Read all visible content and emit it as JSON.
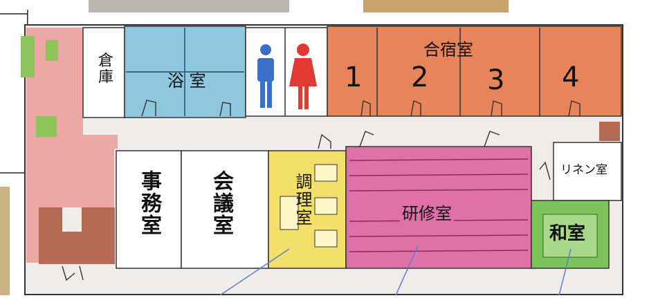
{
  "rooms": {
    "souko": "倉庫",
    "bath": "浴 室",
    "gasshuku": "合宿室",
    "gasshuku_numbers": [
      "1",
      "2",
      "3",
      "4"
    ],
    "jimu": "事務室",
    "kaigi": "会議室",
    "chouri": "調理室",
    "kenshu": "研修室",
    "linen": "リネン室",
    "washitsu": "和室"
  },
  "colors": {
    "bath": "#8fc7de",
    "gasshuku": "#e8845a",
    "entrance": "#eaa7a3",
    "corridor": "#e9e7e4",
    "kenshu": "#e070a8",
    "chouri": "#f2e06a",
    "washitsu": "#7cc45a",
    "green_block": "#8ec45a",
    "brick": "#b56a52",
    "toilet_male": "#3d6fc7",
    "toilet_female": "#e03a32"
  },
  "icons": [
    "male-toilet-icon",
    "female-toilet-icon",
    "door-icon",
    "stairs-icon",
    "pointer-line"
  ]
}
